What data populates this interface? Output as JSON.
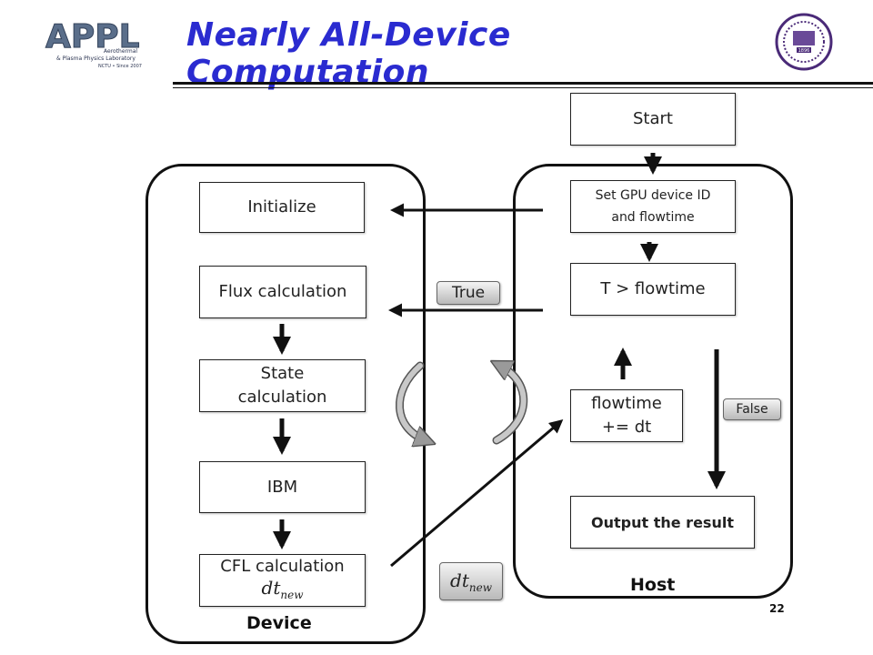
{
  "title": "Nearly All-Device Computation",
  "page_number": "22",
  "logo": {
    "text": "APPL",
    "subtitle_lines": [
      "Aerothermal",
      "& Plasma Physics Laboratory",
      "NCTU • Since 2007"
    ]
  },
  "seal": {
    "year": "1896"
  },
  "panels": {
    "device": {
      "label": "Device",
      "boxes": {
        "initialize": "Initialize",
        "flux": "Flux calculation",
        "state_line1": "State",
        "state_line2": "calculation",
        "ibm": "IBM",
        "cfl": "CFL calculation",
        "cfl_formula": "dt",
        "cfl_formula_sub": "new"
      }
    },
    "host": {
      "label": "Host",
      "boxes": {
        "set_gpu_line1": "Set GPU device ID",
        "set_gpu_line2": "and flowtime",
        "condition": "T > flowtime",
        "flowtime_line1": "flowtime",
        "flowtime_line2": "+= dt",
        "output": "Output the result"
      }
    }
  },
  "start_box": "Start",
  "tags": {
    "true": "True",
    "false": "False",
    "dt_formula": "dt",
    "dt_formula_sub": "new"
  }
}
